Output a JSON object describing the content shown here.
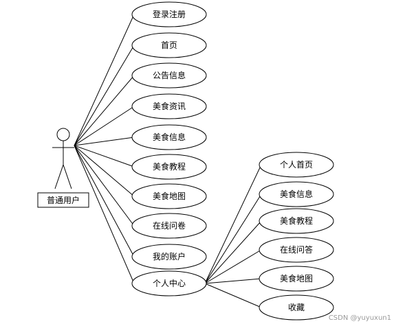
{
  "actor": {
    "label": "普通用户"
  },
  "use_cases": [
    {
      "id": "login",
      "label": "登录注册"
    },
    {
      "id": "home",
      "label": "首页"
    },
    {
      "id": "notice",
      "label": "公告信息"
    },
    {
      "id": "news",
      "label": "美食资讯"
    },
    {
      "id": "food",
      "label": "美食信息"
    },
    {
      "id": "tutorial",
      "label": "美食教程"
    },
    {
      "id": "map",
      "label": "美食地图"
    },
    {
      "id": "survey",
      "label": "在线问卷"
    },
    {
      "id": "account",
      "label": "我的账户"
    },
    {
      "id": "center",
      "label": "个人中心"
    }
  ],
  "sub_use_cases": [
    {
      "id": "c-home",
      "label": "个人首页"
    },
    {
      "id": "c-food",
      "label": "美食信息"
    },
    {
      "id": "c-tutorial",
      "label": "美食教程"
    },
    {
      "id": "c-qa",
      "label": "在线问答"
    },
    {
      "id": "c-map",
      "label": "美食地图"
    },
    {
      "id": "c-fav",
      "label": "收藏"
    }
  ],
  "watermark": "CSDN @yuyuxun1"
}
